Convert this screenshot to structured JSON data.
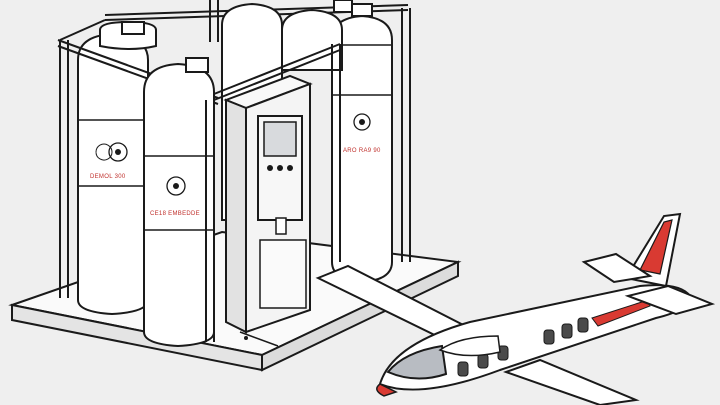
{
  "tank_labels": {
    "back_left": "DEMOL 300",
    "front_left": "CE18 EMBEDDE",
    "back_right": "ARO RA9 90"
  },
  "colors": {
    "background": "#efefef",
    "outline": "#1a1a1a",
    "tank_fill": "#ffffff",
    "accent_red": "#d93a32",
    "dispenser_fill": "#f4f4f4",
    "screen_fill": "#d8dadd"
  }
}
